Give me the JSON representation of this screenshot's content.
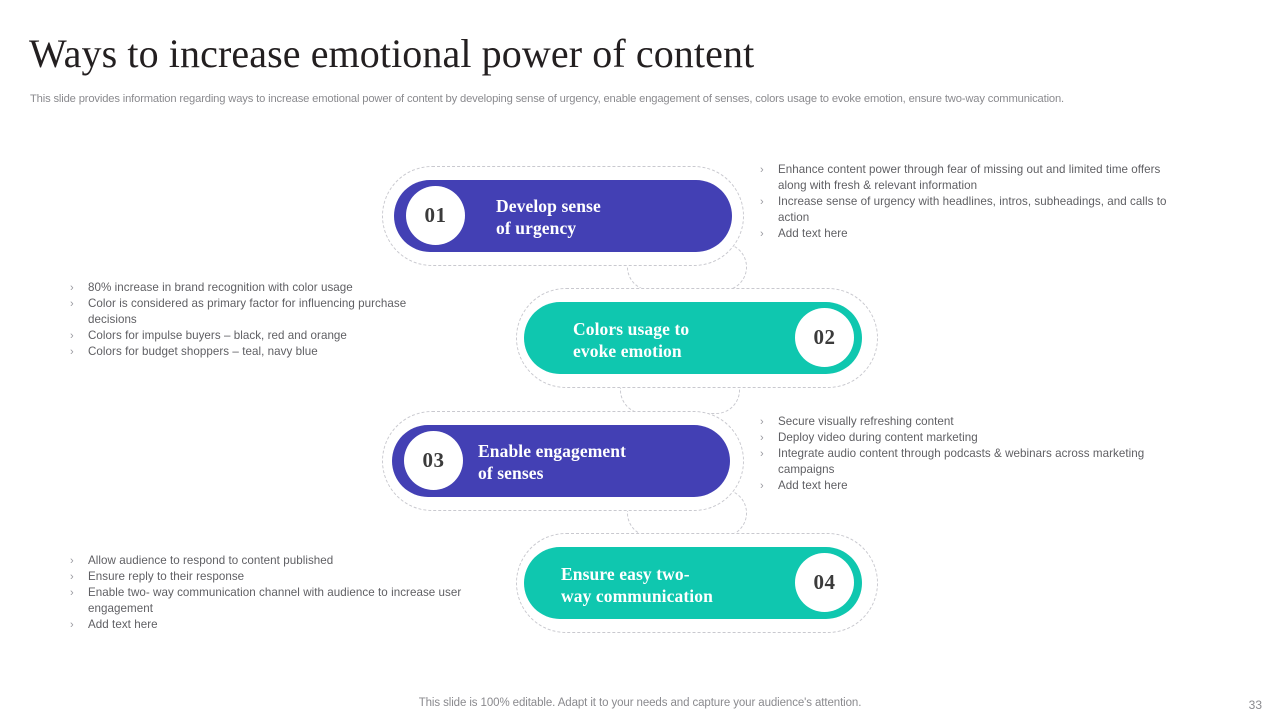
{
  "header": {
    "title": "Ways to increase emotional power of content",
    "subtitle": "This slide provides information regarding ways to increase emotional power of content by  developing sense of urgency, enable engagement of senses, colors usage to evoke emotion, ensure two-way communication."
  },
  "colors": {
    "blue": "#4340b4",
    "teal": "#0fc7af",
    "dashed_outline": "#c9c9cf",
    "bullet_text": "#5f5f63",
    "title": "#231f20"
  },
  "bullet_marker": "›",
  "stages": [
    {
      "number": "01",
      "label": "Develop sense\nof urgency",
      "color": "blue",
      "circle_side": "left",
      "bullets_side": "right",
      "bullets": [
        "Enhance content power through fear of missing out and limited time offers along with fresh & relevant information",
        "Increase sense of urgency with headlines, intros, subheadings, and calls to action",
        "Add text here"
      ]
    },
    {
      "number": "02",
      "label": "Colors usage to\nevoke emotion",
      "color": "teal",
      "circle_side": "right",
      "bullets_side": "left",
      "bullets": [
        "80% increase in brand recognition with color usage",
        "Color is considered as primary factor for influencing purchase decisions",
        "Colors for impulse buyers – black, red and orange",
        "Colors for budget shoppers – teal, navy blue"
      ]
    },
    {
      "number": "03",
      "label": "Enable engagement\nof senses",
      "color": "blue",
      "circle_side": "left",
      "bullets_side": "right",
      "bullets": [
        "Secure visually refreshing content",
        "Deploy video during content marketing",
        "Integrate audio content through podcasts & webinars across marketing campaigns",
        "Add text here"
      ]
    },
    {
      "number": "04",
      "label": "Ensure easy two-\nway communication",
      "color": "teal",
      "circle_side": "right",
      "bullets_side": "left",
      "bullets": [
        "Allow audience to respond to content published",
        "Ensure reply to their response",
        "Enable two- way communication channel with audience to increase user engagement",
        "Add text here"
      ]
    }
  ],
  "footer": {
    "note": "This slide is 100% editable. Adapt it to your needs and capture your audience's attention.",
    "page_number": "33"
  }
}
